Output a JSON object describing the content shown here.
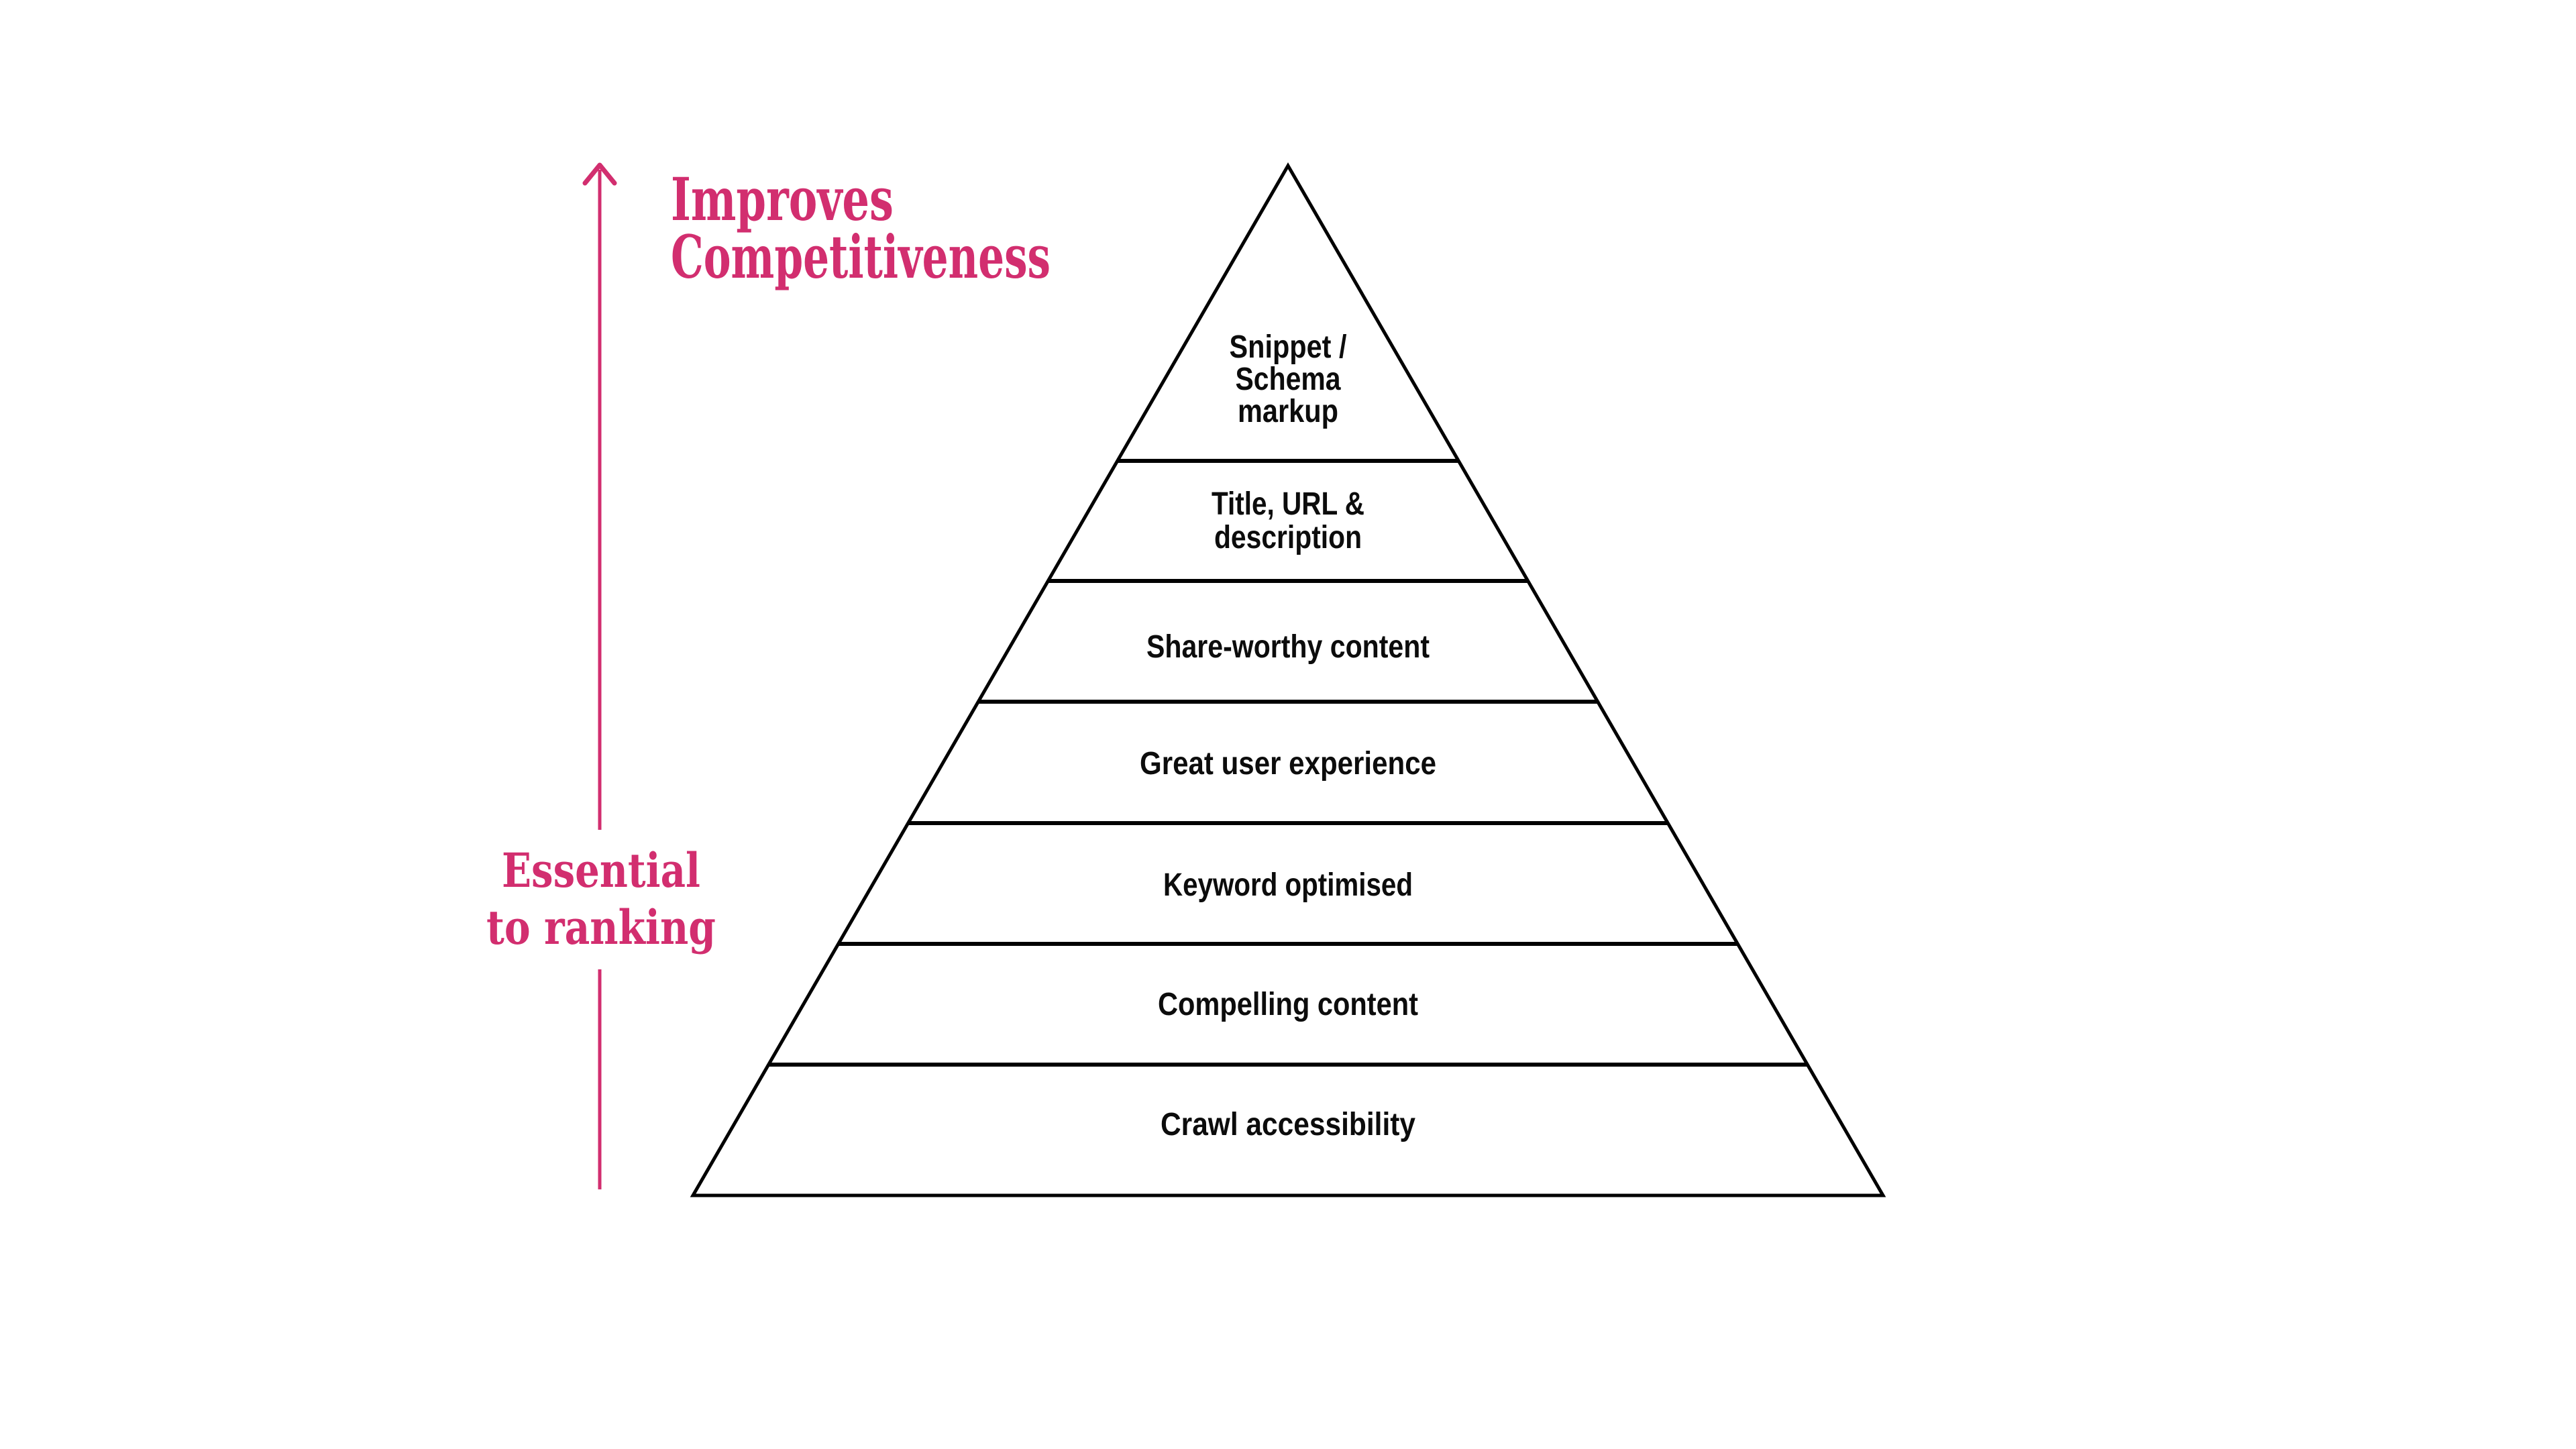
{
  "background": "#FFFFFF",
  "scale_annotations": {
    "color": "#D22E6F",
    "top_label": {
      "line1": "Improves",
      "line2": "Competitiveness"
    },
    "mid_label": {
      "line1": "Essential",
      "line2": "to ranking"
    }
  },
  "pyramid": {
    "outline_color": "#000000",
    "label_color": "#0C0C0C",
    "levels": [
      {
        "rank": 1,
        "label": "Snippet / Schema markup",
        "lines": [
          "Snippet /",
          "Schema",
          "markup"
        ]
      },
      {
        "rank": 2,
        "label": "Title, URL & description",
        "lines": [
          "Title, URL &",
          "description"
        ]
      },
      {
        "rank": 3,
        "label": "Share-worthy content"
      },
      {
        "rank": 4,
        "label": "Great user experience"
      },
      {
        "rank": 5,
        "label": "Keyword optimised"
      },
      {
        "rank": 6,
        "label": "Compelling content"
      },
      {
        "rank": 7,
        "label": "Crawl accessibility"
      }
    ]
  }
}
